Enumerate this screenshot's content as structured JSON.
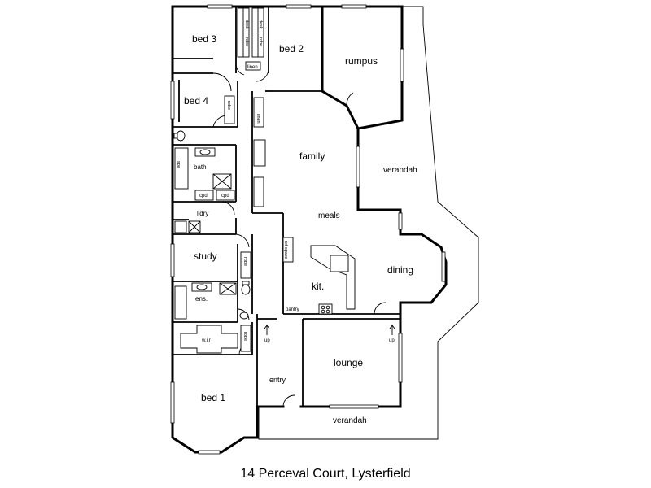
{
  "caption": "14 Perceval Court, Lysterfield",
  "rooms": {
    "bed3": "bed 3",
    "bed2": "bed 2",
    "rumpus": "rumpus",
    "bed4": "bed 4",
    "family": "family",
    "bath": "bath",
    "verandah_east": "verandah",
    "ldry": "l'dry",
    "meals": "meals",
    "study": "study",
    "kit": "kit.",
    "dining": "dining",
    "ens": "ens.",
    "wir": "w.i.r",
    "lounge": "lounge",
    "entry": "entry",
    "bed1": "bed 1",
    "verandah_south": "verandah"
  },
  "fixtures": {
    "desk": "desk",
    "robe": "robe",
    "linen": "linen",
    "pantry": "pantry",
    "cpd": "cpd",
    "up": "up",
    "ref_space": "ref space",
    "spa": "spa"
  }
}
